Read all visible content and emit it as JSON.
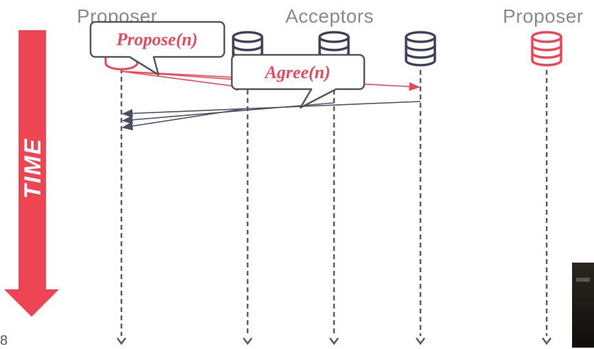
{
  "header": {
    "proposer_left": "Proposer",
    "acceptors": "Acceptors",
    "proposer_right": "Proposer"
  },
  "callouts": {
    "propose": "Propose(n)",
    "agree": "Agree(n)"
  },
  "time_arrow": {
    "label": "TIME"
  },
  "slide_number": "8",
  "colors": {
    "accent_red": "#ef4452",
    "node_dark": "#3c4259",
    "lifeline": "#5a5a5a",
    "label_gray": "#8a8a8a"
  }
}
